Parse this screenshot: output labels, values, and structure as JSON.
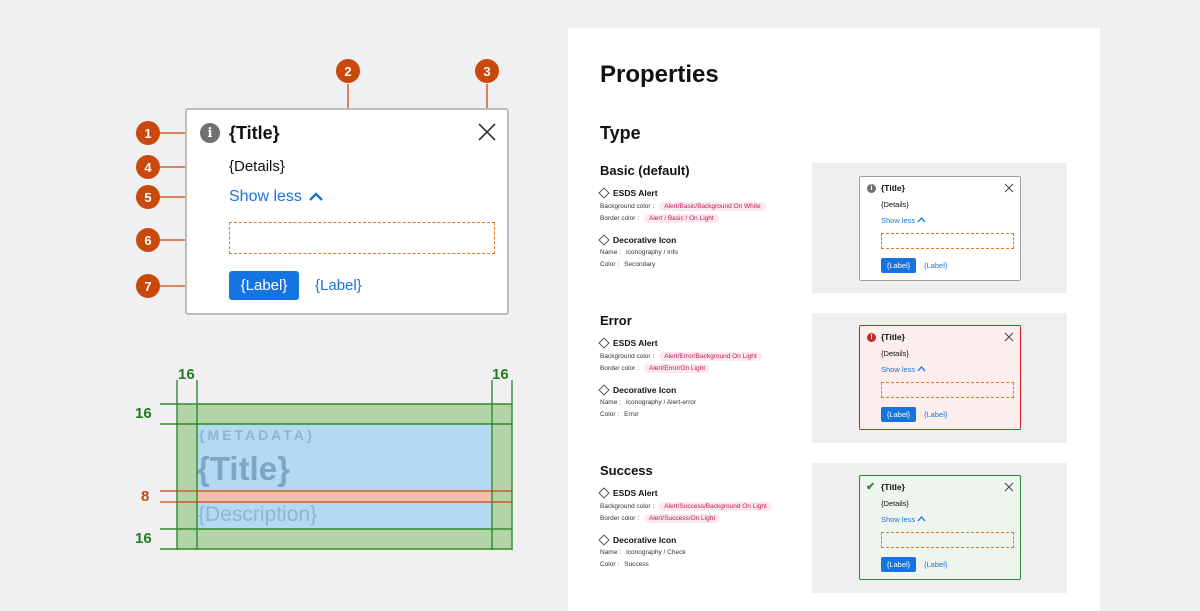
{
  "anatomy": {
    "markers": [
      "1",
      "2",
      "3",
      "4",
      "5",
      "6",
      "7"
    ],
    "title": "{Title}",
    "details": "{Details}",
    "show_less": "Show less",
    "primary_label": "{Label}",
    "link_label": "{Label}",
    "info_glyph": "i"
  },
  "spacing": {
    "top_left": "16",
    "top_right": "16",
    "left_top": "16",
    "left_middle": "8",
    "left_bottom": "16",
    "metadata": "{METADATA}",
    "title": "{Title}",
    "description": "{Description}"
  },
  "properties": {
    "heading": "Properties",
    "type_heading": "Type",
    "variants": [
      {
        "name": "Basic (default)",
        "component": "ESDS Alert",
        "bg_label": "Background color :",
        "bg_value": "Alert/Basic/Background On White",
        "border_label": "Border color :",
        "border_value": "Alert / Basic / On Light",
        "icon_heading": "Decorative Icon",
        "name_label": "Name :",
        "name_value": "Iconography / Info",
        "color_label": "Color :",
        "color_value": "Secondary",
        "preview": {
          "title": "{Title}",
          "details": "{Details}",
          "show_less": "Show less",
          "primary": "{Label}",
          "link": "{Label}",
          "icon": "i"
        }
      },
      {
        "name": "Error",
        "component": "ESDS Alert",
        "bg_label": "Background color :",
        "bg_value": "Alert/Error/Background On Light",
        "border_label": "Border color :",
        "border_value": "Alert/Error/On Light",
        "icon_heading": "Decorative Icon",
        "name_label": "Name :",
        "name_value": "Iconography / Alert-error",
        "color_label": "Color :",
        "color_value": "Error",
        "preview": {
          "title": "{Title}",
          "details": "{Details}",
          "show_less": "Show less",
          "primary": "{Label}",
          "link": "{Label}",
          "icon": "!"
        }
      },
      {
        "name": "Success",
        "component": "ESDS Alert",
        "bg_label": "Background color :",
        "bg_value": "Alert/Success/Background On Light",
        "border_label": "Border color :",
        "border_value": "Alert/Success/On Light",
        "icon_heading": "Decorative Icon",
        "name_label": "Name :",
        "name_value": "Iconography / Check",
        "color_label": "Color :",
        "color_value": "Success",
        "preview": {
          "title": "{Title}",
          "details": "{Details}",
          "show_less": "Show less",
          "primary": "{Label}",
          "link": "{Label}",
          "icon": "✔"
        }
      }
    ]
  },
  "colors": {
    "marker": "#c9480b",
    "link": "#1a73d9",
    "primary": "#1474e0",
    "basic_border": "#9e9e9e",
    "error_border": "#c62828",
    "error_bg": "#fdeeee",
    "success_border": "#2e8b2e",
    "success_bg": "#eef5ee"
  }
}
